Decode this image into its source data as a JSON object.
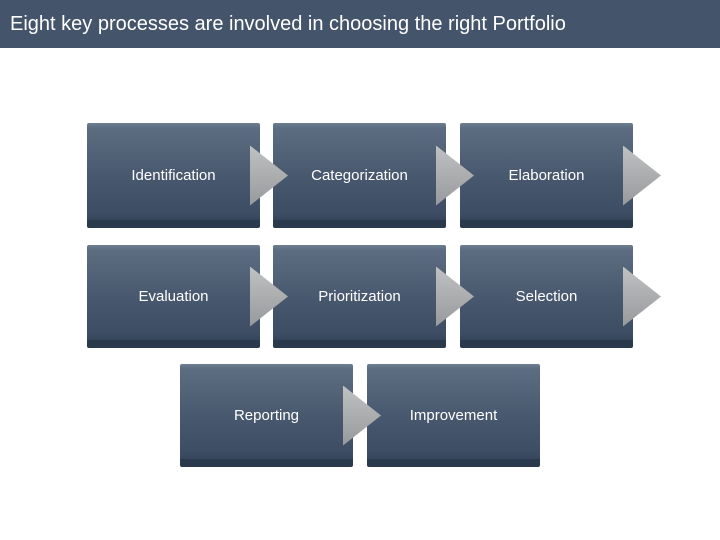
{
  "title_bar": {
    "title": "Eight key processes are involved in choosing the right Portfolio"
  },
  "process": {
    "steps": [
      {
        "label": "Identification",
        "row": 1,
        "col": 1,
        "arrow": true
      },
      {
        "label": "Categorization",
        "row": 1,
        "col": 2,
        "arrow": true
      },
      {
        "label": "Elaboration",
        "row": 1,
        "col": 3,
        "arrow": true
      },
      {
        "label": "Evaluation",
        "row": 2,
        "col": 1,
        "arrow": true
      },
      {
        "label": "Prioritization",
        "row": 2,
        "col": 2,
        "arrow": true
      },
      {
        "label": "Selection",
        "row": 2,
        "col": 3,
        "arrow": true
      },
      {
        "label": "Reporting",
        "row": 3,
        "col": 1,
        "arrow": true
      },
      {
        "label": "Improvement",
        "row": 3,
        "col": 2,
        "arrow": false
      }
    ]
  },
  "colors": {
    "title_bar_bg": "#44546A",
    "title_text": "#FFFFFF",
    "box_text": "#FFFFFF",
    "arrow_fill": "#A9ABAD",
    "page_bg": "#FFFFFF"
  }
}
